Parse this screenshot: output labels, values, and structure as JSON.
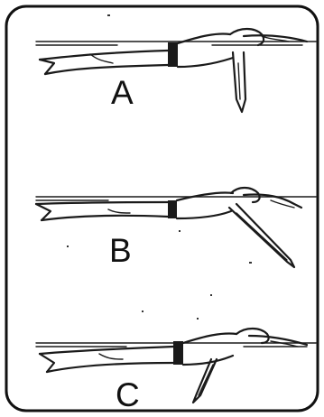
{
  "panels": [
    {
      "id": "A",
      "label": "A"
    },
    {
      "id": "B",
      "label": "B"
    },
    {
      "id": "C",
      "label": "C"
    }
  ]
}
